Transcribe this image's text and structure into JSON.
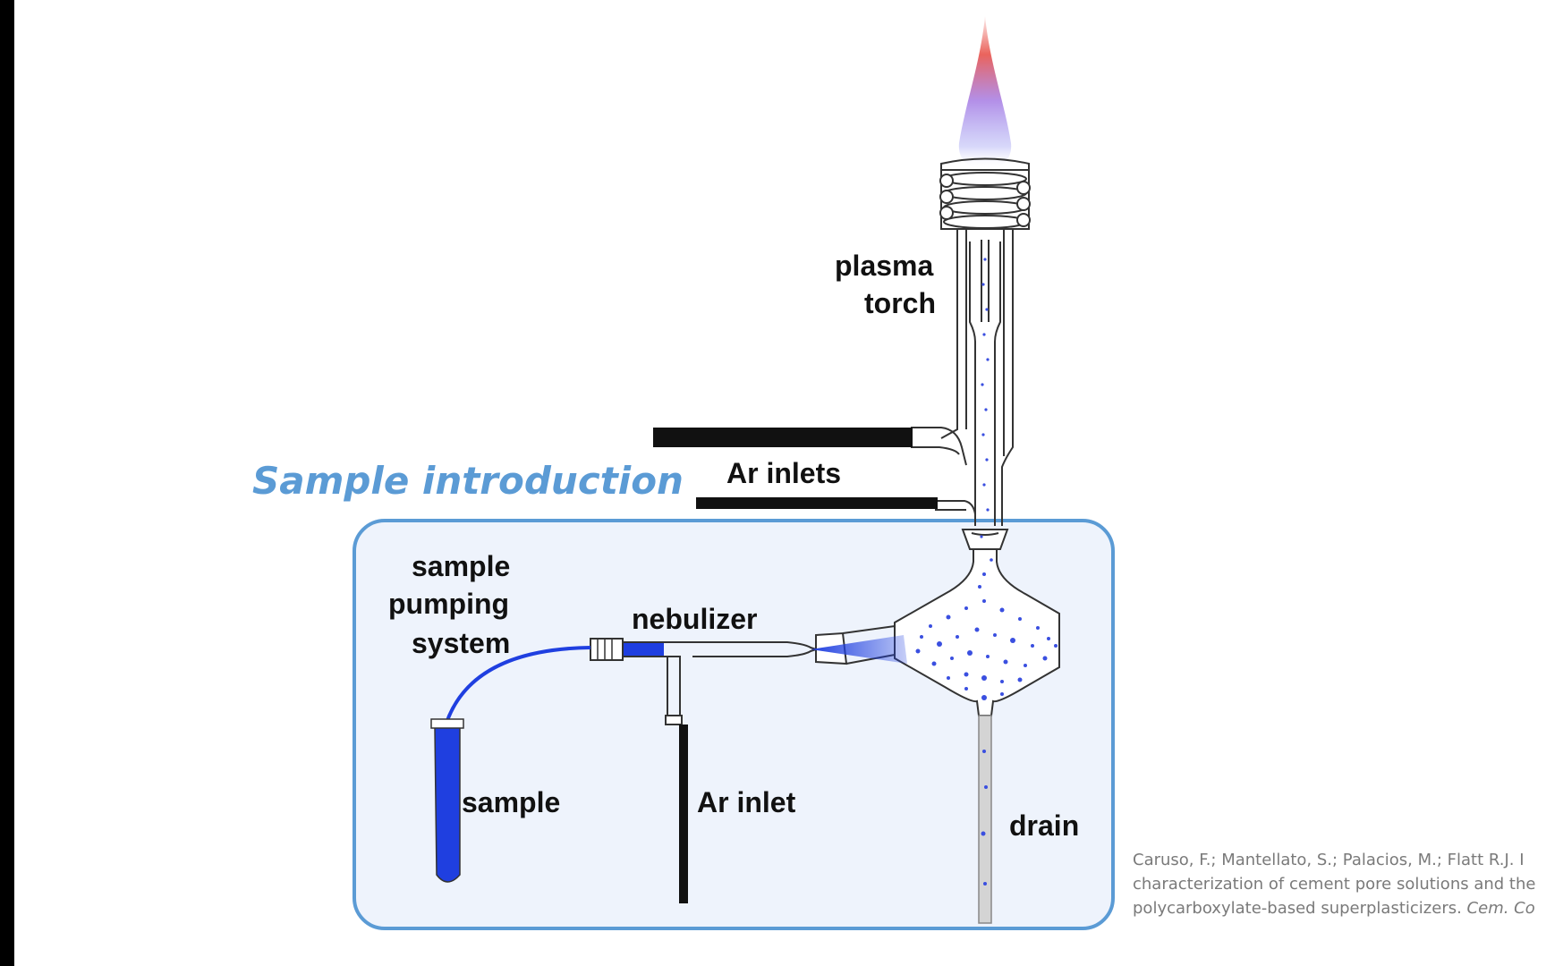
{
  "section_title": "Sample introduction",
  "labels": {
    "plasma_torch_line1": "plasma",
    "plasma_torch_line2": "torch",
    "ar_inlets": "Ar inlets",
    "sample_pumping_line1": "sample",
    "sample_pumping_line2": "pumping",
    "sample_pumping_line3": "system",
    "nebulizer": "nebulizer",
    "sample": "sample",
    "ar_inlet": "Ar inlet",
    "drain": "drain"
  },
  "citation": {
    "line1": "Caruso, F.; Mantellato, S.; Palacios, M.; Flatt R.J. I",
    "line2": "characterization of cement pore solutions and the",
    "line3_plain": "polycarboxylate-based superplasticizers. ",
    "line3_italic": "Cem. Co"
  },
  "colors": {
    "accent_blue": "#5b9bd5",
    "sample_blue": "#1f3fe0",
    "box_fill": "#eef3fc",
    "flame_red": "#e8524a",
    "flame_violet": "#7b7be8"
  }
}
